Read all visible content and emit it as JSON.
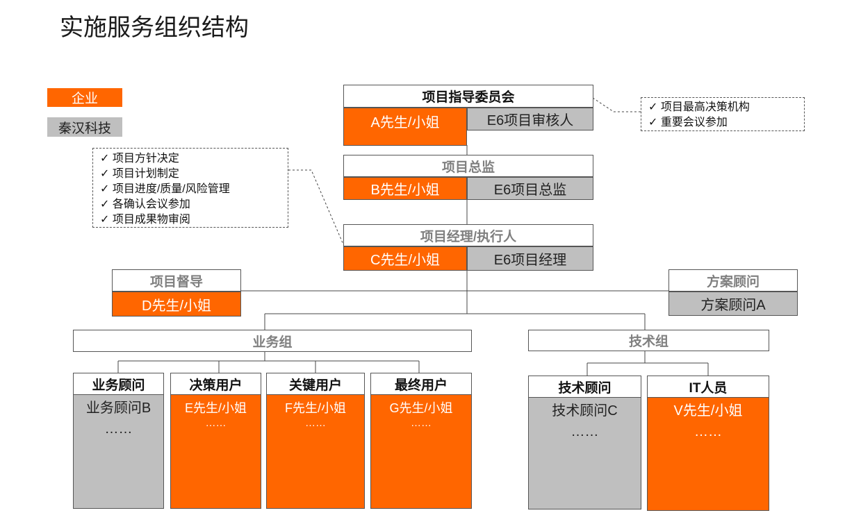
{
  "title": "实施服务组织结构",
  "legend": {
    "enterprise": "企业",
    "vendor": "秦汉科技"
  },
  "steering": {
    "header": "项目指导委员会",
    "client": "A先生/小姐",
    "vendor": "E6项目审核人"
  },
  "steering_note": [
    "✓ 项目最高决策机构",
    "✓ 重要会议参加"
  ],
  "director": {
    "header": "项目总监",
    "client": "B先生/小姐",
    "vendor": "E6项目总监"
  },
  "manager_note": [
    "✓ 项目方针决定",
    "✓ 项目计划制定",
    "✓ 项目进度/质量/风险管理",
    "✓ 各确认会议参加",
    "✓ 项目成果物审阅"
  ],
  "manager": {
    "header": "项目经理/执行人",
    "client": "C先生/小姐",
    "vendor": "E6项目经理"
  },
  "supervisor": {
    "header": "项目督导",
    "client": "D先生/小姐"
  },
  "consultant": {
    "header": "方案顾问",
    "vendor": "方案顾问A"
  },
  "business_group": "业务组",
  "tech_group": "技术组",
  "business_cols": [
    {
      "header": "业务顾问",
      "line1": "业务顾问B",
      "line2": "……"
    },
    {
      "header": "决策用户",
      "line1": "E先生/小姐",
      "line2": "……"
    },
    {
      "header": "关键用户",
      "line1": "F先生/小姐",
      "line2": "……"
    },
    {
      "header": "最终用户",
      "line1": "G先生/小姐",
      "line2": "……"
    }
  ],
  "tech_cols": [
    {
      "header": "技术顾问",
      "line1": "技术顾问C",
      "line2": "……"
    },
    {
      "header": "IT人员",
      "line1": "V先生/小姐",
      "line2": "……"
    }
  ],
  "colors": {
    "orange": "#ff6600",
    "grey": "#bfbfbf"
  }
}
